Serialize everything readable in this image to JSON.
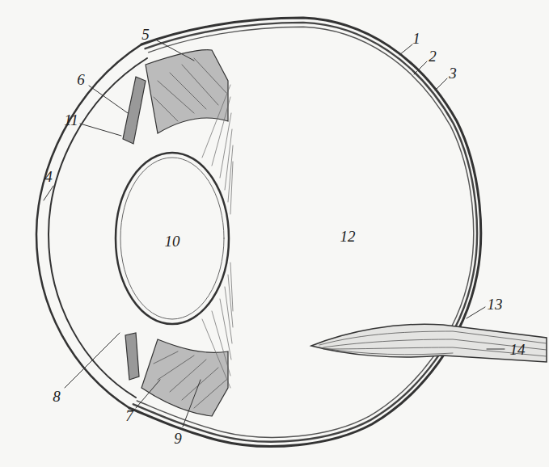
{
  "diagram": {
    "labels": [
      "1",
      "5",
      "2",
      "6",
      "3",
      "11",
      "4",
      "10",
      "12",
      "13",
      "14",
      "8",
      "7",
      "9"
    ]
  }
}
